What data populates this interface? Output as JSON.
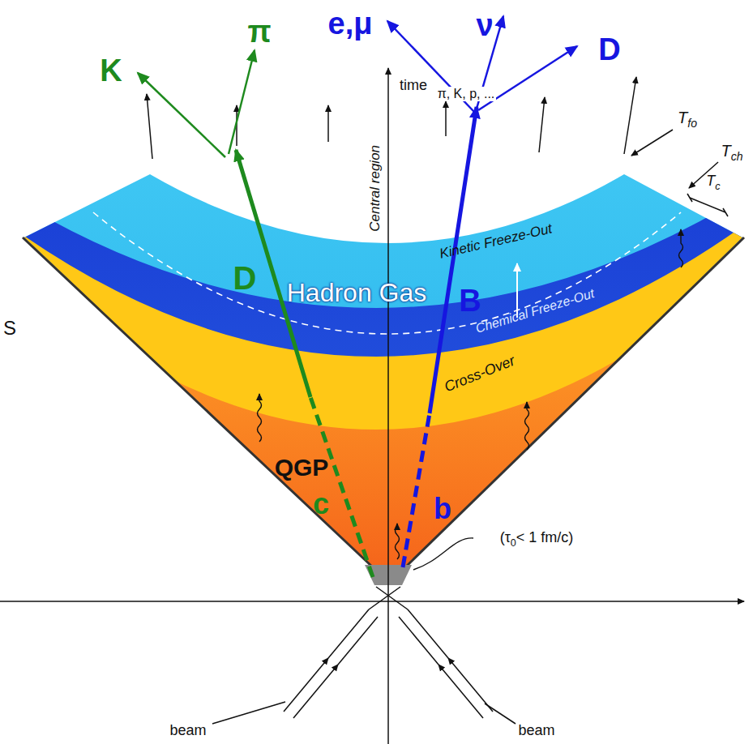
{
  "diagram": {
    "labels": [
      "e,μ",
      "ν",
      "D",
      "K",
      "π",
      "time",
      "π, K, p, ...",
      "Tfo",
      "Tch",
      "Tc",
      "Central region",
      "Kinetic Freeze-Out",
      "Chemical Freeze-Out",
      "D",
      "Hadron Gas",
      "B",
      "Cross-Over",
      "QGP",
      "c",
      "b",
      "(τ0< 1 fm/c)",
      "beam",
      "beam",
      "S"
    ]
  }
}
